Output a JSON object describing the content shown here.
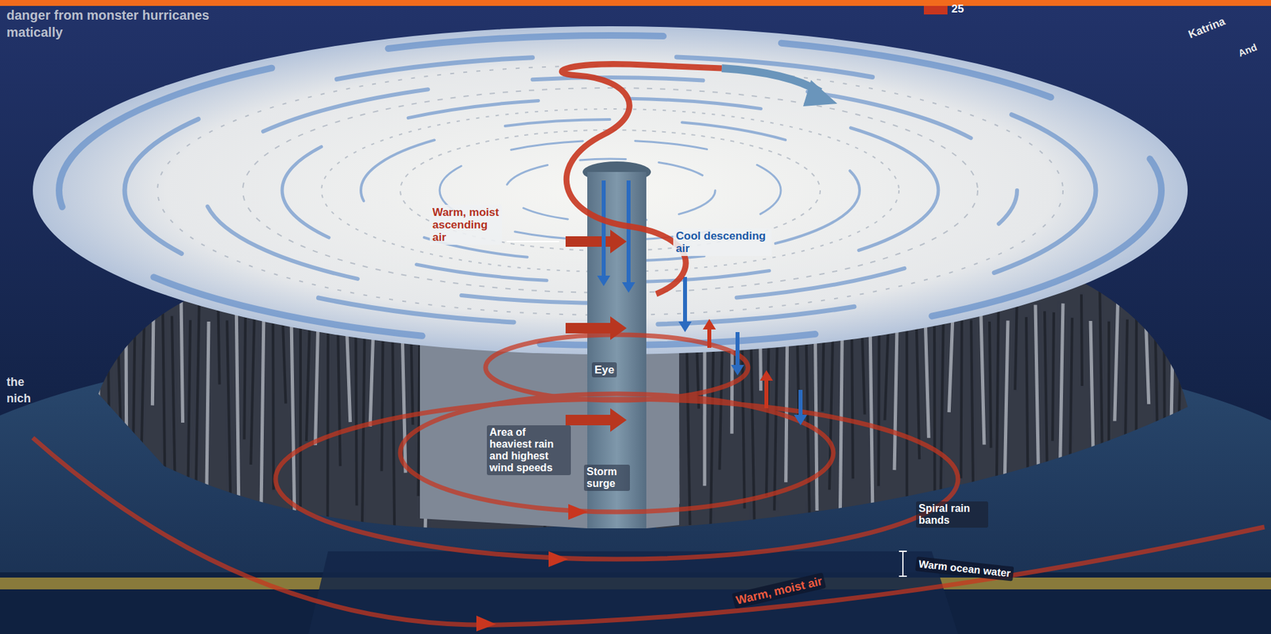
{
  "diagram": {
    "labels": [
      "danger from monster hurricanes",
      "matically",
      "25",
      "Katrina",
      "And",
      "the",
      "nich",
      "Warm, moist ascending air",
      "Cool descending air",
      "Eye",
      "Area of heaviest rain and highest wind speeds",
      "Storm surge",
      "Spiral rain bands",
      "Warm ocean water",
      "Warm, moist air"
    ]
  }
}
